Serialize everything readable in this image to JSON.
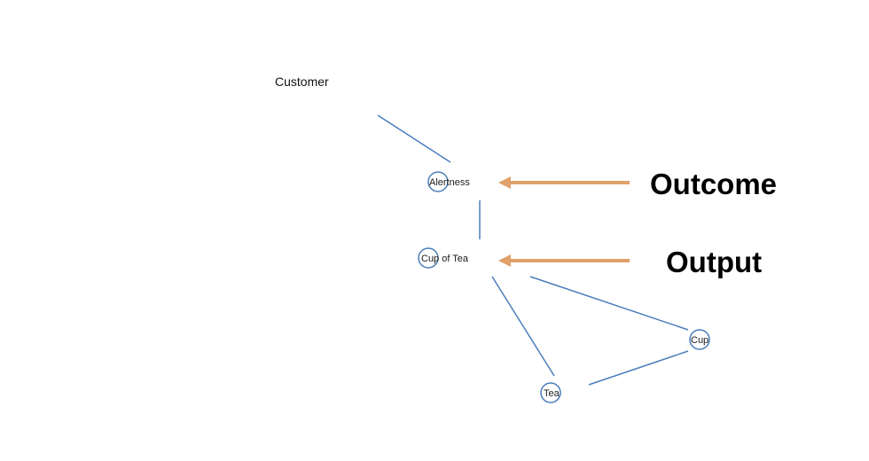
{
  "diagram": {
    "root": {
      "label": "Customer"
    },
    "nodes": {
      "alertness": {
        "label": "Alertness"
      },
      "cup_of_tea": {
        "label": "Cup of Tea"
      },
      "cup": {
        "label": "Cup"
      },
      "tea": {
        "label": "Tea"
      }
    },
    "callouts": {
      "outcome": {
        "label": "Outcome"
      },
      "output": {
        "label": "Output"
      }
    },
    "colors": {
      "edge": "#4a7ebb",
      "arrow": "#e0a16a",
      "text": "#000000"
    }
  }
}
